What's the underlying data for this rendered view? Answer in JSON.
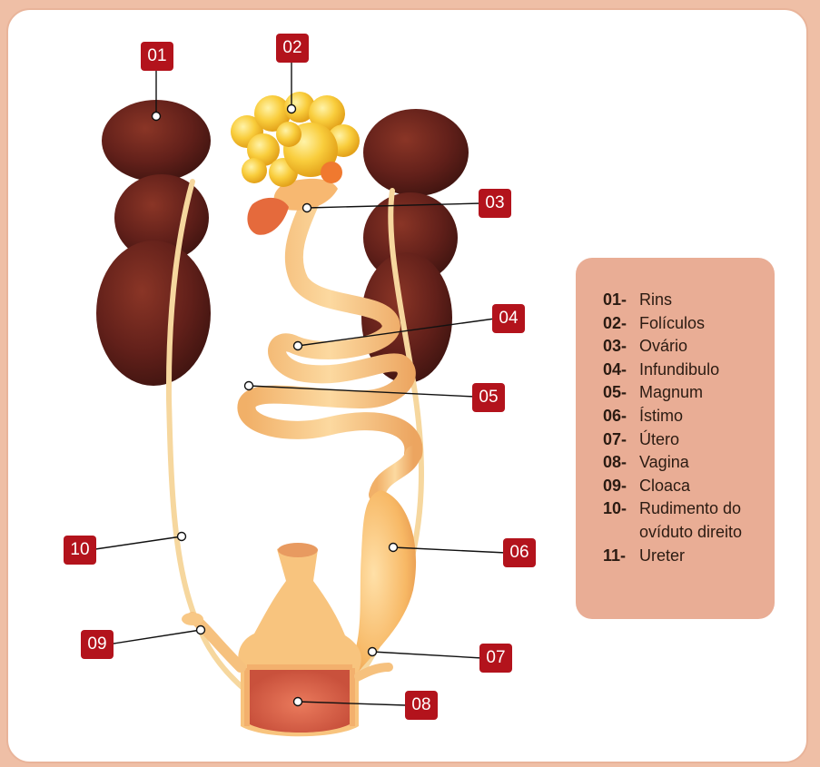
{
  "callouts": [
    {
      "id": "01",
      "label": "01"
    },
    {
      "id": "02",
      "label": "02"
    },
    {
      "id": "03",
      "label": "03"
    },
    {
      "id": "04",
      "label": "04"
    },
    {
      "id": "05",
      "label": "05"
    },
    {
      "id": "06",
      "label": "06"
    },
    {
      "id": "07",
      "label": "07"
    },
    {
      "id": "08",
      "label": "08"
    },
    {
      "id": "09",
      "label": "09"
    },
    {
      "id": "10",
      "label": "10"
    }
  ],
  "legend": {
    "items": [
      {
        "num": "01-",
        "text": "Rins"
      },
      {
        "num": "02-",
        "text": "Folículos"
      },
      {
        "num": "03-",
        "text": "Ovário"
      },
      {
        "num": "04-",
        "text": "Infundibulo"
      },
      {
        "num": "05-",
        "text": "Magnum"
      },
      {
        "num": "06-",
        "text": "Ístimo"
      },
      {
        "num": "07-",
        "text": "Útero"
      },
      {
        "num": "08-",
        "text": "Vagina"
      },
      {
        "num": "09-",
        "text": "Cloaca"
      },
      {
        "num": "10-",
        "text": "Rudimento do ovíduto direito"
      },
      {
        "num": "11-",
        "text": "Ureter"
      }
    ]
  },
  "colors": {
    "background": "#efbfa6",
    "panel": "#ffffff",
    "callout": "#b3131c",
    "legend_box": "#e9ad95",
    "kidney": "#5e1a14",
    "oviduct": "#f6c17e",
    "follicle": "#f7c93a",
    "ureter": "#f5d7a0"
  }
}
